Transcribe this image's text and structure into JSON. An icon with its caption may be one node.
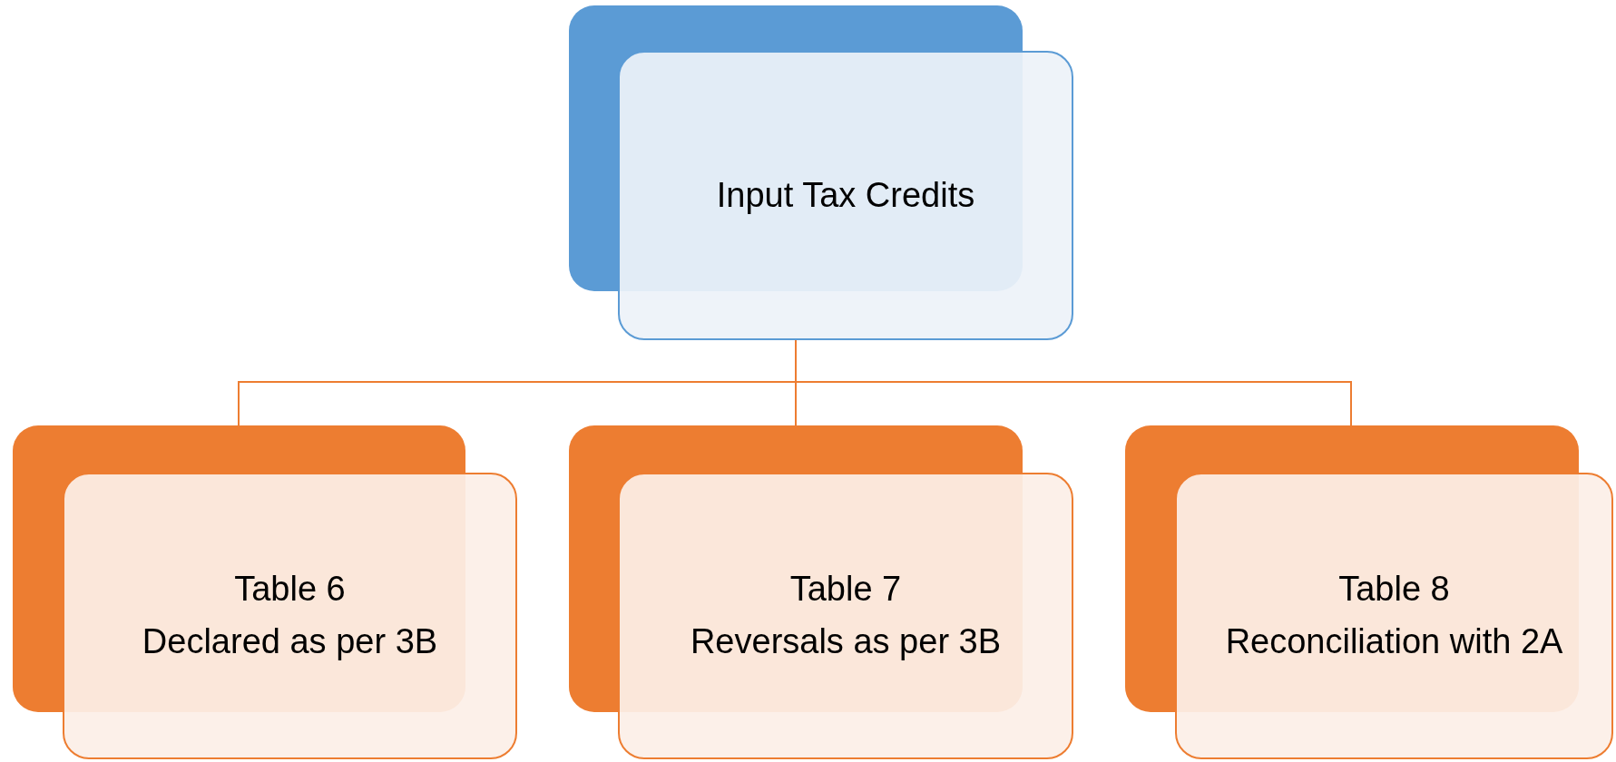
{
  "diagram": {
    "nodes": [
      {
        "text": [
          "Input Tax Credits"
        ]
      },
      {
        "text": [
          "Table 6",
          "Declared as per 3B"
        ]
      },
      {
        "text": [
          "Table 7",
          "Reversals as per 3B"
        ]
      },
      {
        "text": [
          "Table 8",
          "Reconciliation with 2A"
        ]
      }
    ],
    "edges": [
      {
        "from": 0,
        "to": 1,
        "arrow": "none"
      },
      {
        "from": 0,
        "to": 2,
        "arrow": "none"
      },
      {
        "from": 0,
        "to": 3,
        "arrow": "none"
      }
    ]
  }
}
